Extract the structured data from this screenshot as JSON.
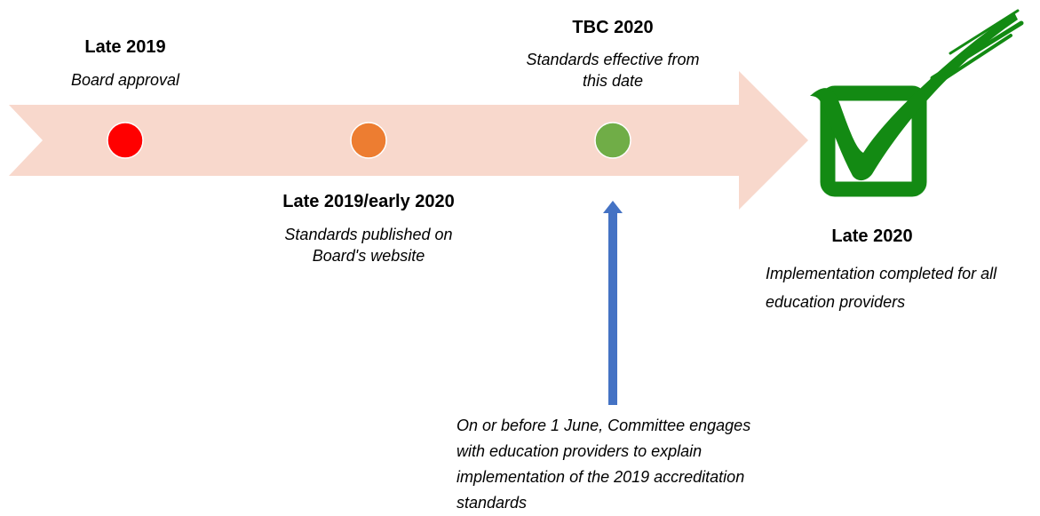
{
  "colors": {
    "arrow_fill": "#f8d8cc",
    "dot_red": "#ff0000",
    "dot_orange": "#ed7d31",
    "dot_green": "#70ad47",
    "pointer_blue": "#4472c4",
    "check_green": "#138a13"
  },
  "milestones": [
    {
      "title": "Late 2019",
      "description": "Board approval"
    },
    {
      "title": "Late 2019/early 2020",
      "description": "Standards published on Board's website"
    },
    {
      "title": "TBC 2020",
      "description": "Standards effective from this date"
    },
    {
      "title": "Late 2020",
      "description": "Implementation completed for all education providers"
    }
  ],
  "note": "On or before 1 June, Committee engages with education providers to explain implementation of the 2019 accreditation standards",
  "icons": {
    "completion": "checkbox-check-icon"
  }
}
